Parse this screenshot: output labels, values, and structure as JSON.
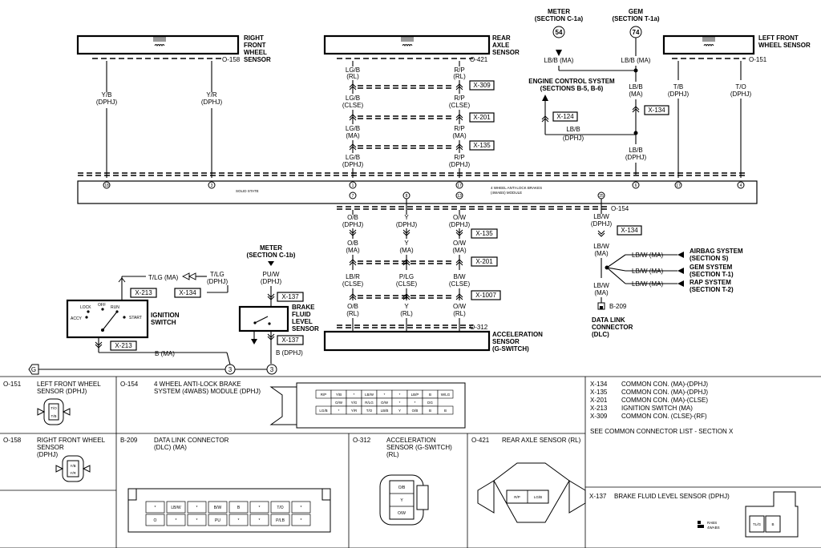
{
  "components": {
    "rfws": {
      "line1": "RIGHT",
      "line2": "FRONT",
      "line3": "WHEEL",
      "line4": "SENSOR",
      "conn": "O-158"
    },
    "ras": {
      "line1": "REAR",
      "line2": "AXLE",
      "line3": "SENSOR",
      "conn": "O-421"
    },
    "lfws": {
      "line1": "LEFT FRONT",
      "line2": "WHEEL SENSOR",
      "conn": "O-151"
    },
    "meter": {
      "line1": "METER",
      "line2": "(SECTION C-1a)",
      "num": "54"
    },
    "gem": {
      "line1": "GEM",
      "line2": "(SECTION T-1a)",
      "num": "74"
    },
    "ecs": {
      "line1": "ENGINE CONTROL SYSTEM",
      "line2": "(SECTIONS B-5, B-6)"
    },
    "module": {
      "solid": "SOLID STATE",
      "name1": "4 WHEEL ANTI-LOCK BRAKES",
      "name2": "(4WABS) MODULE",
      "conn": "O-154"
    },
    "meter2": {
      "line1": "METER",
      "line2": "(SECTION C-1b)"
    },
    "ign": {
      "line1": "IGNITION",
      "line2": "SWITCH",
      "lock": "LOCK",
      "off": "OFF",
      "run": "RUN",
      "accy": "ACCY",
      "start": "START"
    },
    "bfls": {
      "line1": "BRAKE",
      "line2": "FLUID",
      "line3": "LEVEL",
      "line4": "SENSOR"
    },
    "accel": {
      "line1": "ACCELERATION",
      "line2": "SENSOR",
      "line3": "(G-SWITCH)",
      "conn": "O-312"
    },
    "dlc": {
      "line1": "DATA LINK",
      "line2": "CONNECTOR",
      "line3": "(DLC)",
      "conn": "B-209"
    },
    "airbag": {
      "line1": "AIRBAG SYSTEM",
      "line2": "(SECTION S)"
    },
    "gemsys": {
      "line1": "GEM SYSTEM",
      "line2": "(SECTION T-1)"
    },
    "rap": {
      "line1": "RAP SYSTEM",
      "line2": "(SECTION T-2)"
    }
  },
  "wires": {
    "yb": "Y/B",
    "yr": "Y/R",
    "dphj": "(DPHJ)",
    "lgb": "LG/B",
    "rp": "R/P",
    "rl": "(RL)",
    "clse": "(CLSE)",
    "ma": "(MA)",
    "lbbma": "LB/B (MA)",
    "lbb": "LB/B",
    "tb": "T/B",
    "to": "T/O",
    "ob": "O/B",
    "y": "Y",
    "ow": "O/W",
    "lbw": "LB/W",
    "lbr": "LB/R",
    "plg": "P/LG",
    "bw": "B/W",
    "tlgma": "T/LG (MA)",
    "tlg": "T/LG",
    "puw": "PU/W",
    "bma": "B (MA)",
    "bdphj": "B (DPHJ)",
    "lbwma": "LB/W (MA)",
    "g": "G",
    "three": "3"
  },
  "connectors": {
    "x309": "X-309",
    "x201": "X-201",
    "x135": "X-135",
    "x124": "X-124",
    "x134": "X-134",
    "x1007": "X-1007",
    "x213": "X-213",
    "x137": "X-137",
    "o154": "O-154",
    "o312": "O-312",
    "b209": "B-209"
  },
  "pins": {
    "rfws1": "18",
    "rfws2": "3",
    "ras1": "1",
    "ras2": "17",
    "lfws1": "6",
    "lfws2": "17",
    "lfws3": "4",
    "b7": "7",
    "b8": "8",
    "b13": "13",
    "b25": "25"
  },
  "legend": {
    "o151": {
      "id": "O-151",
      "line1": "LEFT FRONT WHEEL",
      "line2": "SENSOR (DPHJ)",
      "p1": "T/O",
      "p2": "T/B"
    },
    "o154": {
      "id": "O-154",
      "line1": "4 WHEEL ANTI-LOCK BRAKE",
      "line2": "SYSTEM (4WABS) MODULE (DPHJ)"
    },
    "o158": {
      "id": "O-158",
      "line1": "RIGHT FRONT WHEEL",
      "line2": "SENSOR",
      "line3": "(DPHJ)",
      "p1": "Y/B",
      "p2": "Y/R"
    },
    "b209": {
      "id": "B-209",
      "line1": "DATA LINK CONNECTOR",
      "line2": "(DLC) (MA)"
    },
    "o312": {
      "id": "O-312",
      "line1": "ACCELERATION",
      "line2": "SENSOR (G-SWITCH)",
      "line3": "(RL)",
      "p1": "O/B",
      "p2": "Y",
      "p3": "O/W"
    },
    "o421": {
      "id": "O-421",
      "line1": "REAR AXLE SENSOR (RL)",
      "p1": "R/P",
      "p2": "LG/B"
    },
    "x137": {
      "id": "X-137",
      "line1": "BRAKE FLUID LEVEL SENSOR (DPHJ)",
      "rabs": "RABS",
      "wabs": "4WABS",
      "p1": "TL/G",
      "p2": "B"
    },
    "common": [
      {
        "id": "X-134",
        "text": "COMMON CON. (MA)-(DPHJ)"
      },
      {
        "id": "X-135",
        "text": "COMMON CON. (MA)-(DPHJ)"
      },
      {
        "id": "X-201",
        "text": "COMMON CON. (MA)-(CLSE)"
      },
      {
        "id": "X-213",
        "text": "IGNITION SWITCH (MA)"
      },
      {
        "id": "X-309",
        "text": "COMMON CON. (CLSE)-(RF)"
      }
    ],
    "see": "SEE COMMON CONNECTOR LIST - SECTION X"
  },
  "o154pins": {
    "r1": [
      "R/P",
      "Y/B",
      "*",
      "LB/W",
      "*",
      "*",
      "LB/P",
      "B",
      "W/LG"
    ],
    "r2": [
      "O/W",
      "Y/G",
      "R/LG",
      "O/W",
      "*",
      "*",
      "DG"
    ],
    "r3": [
      "LG/B",
      "*",
      "Y/R",
      "T/O",
      "LB/B",
      "Y",
      "O/B",
      "B",
      "B"
    ]
  },
  "dlcpins": {
    "r1": [
      "*",
      "LB/W",
      "*",
      "B/W",
      "B",
      "*",
      "T/O",
      "*"
    ],
    "r2": [
      "O",
      "*",
      "*",
      "PU",
      "*",
      "*",
      "P/LB",
      "*"
    ]
  }
}
